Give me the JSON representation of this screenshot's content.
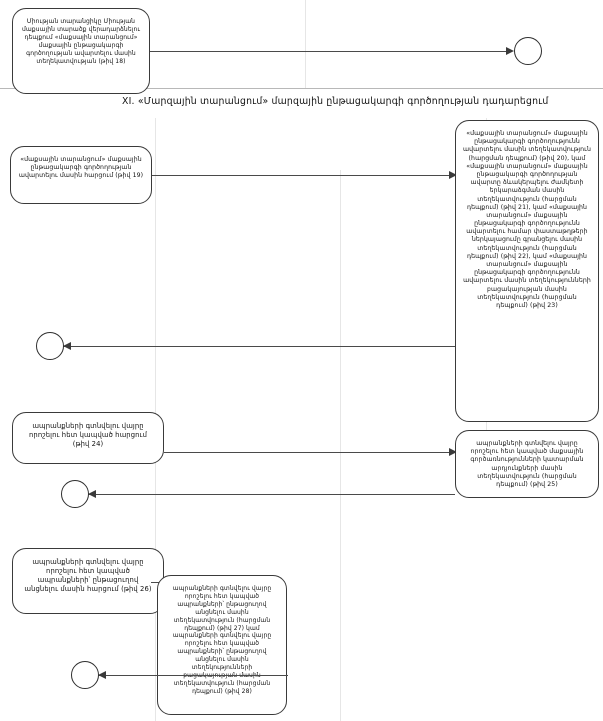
{
  "document": {
    "section_heading": "XI. «Մարզային տարանցում» մարզային ընթացակարգի գործողության դադարեցում"
  },
  "nodes": {
    "box_18": {
      "id": "box-18",
      "ref": "թիվ 18",
      "text": "Միության տարանցիկը Միության մաքսային տարածք վերադարձնելու դեպքում «մաքսային տարանցում» մաքսային ընթացակարգի գործողության ավարտելու մասին տեղեկատվության (թիվ 18)"
    },
    "box_19": {
      "id": "box-19",
      "ref": "թիվ 19",
      "text": "«մաքսային տարանցում» մաքսային ընթացակարգի գործողության ավարտելու մասին հարցում (թիվ 19)"
    },
    "box_20_23": {
      "id": "box-20-23",
      "refs": [
        "թիվ 20",
        "թիվ 21",
        "թիվ 22",
        "թիվ 23"
      ],
      "text": "«մաքսային տարանցում» մաքսային ընթացակարգի գործողությունն ավարտելու մասին տեղեկատվություն (հարցման դեպքում) (թիվ 20), կամ «մաքսային տարանցում» մաքսային ընթացակարգի գործողության ավարտը ձևակերպելու ժամկետի երկարաձգման մասին տեղեկատվություն (հարցման դեպքում) (թիվ 21), կամ «մաքսային տարանցում» մաքսային ընթացակարգի գործողությունն ավարտելու համար փաստաթղթերի ներկայացումը գրանցելու մասին տեղեկատվություն (հարցման դեպքում) (թիվ 22), կամ «մաքսային տարանցում» մաքսային ընթացակարգի գործողությունն ավարտելու մասին տեղեկությունների բացակայության մասին տեղեկատվություն (հարցման դեպքում) (թիվ 23)"
    },
    "box_24": {
      "id": "box-24",
      "ref": "թիվ 24",
      "text": "ապրանքների գտնվելու վայրը որոշելու հետ կապված հարցում (թիվ 24)"
    },
    "box_25": {
      "id": "box-25",
      "ref": "թիվ 25",
      "text": "ապրանքների գտնվելու վայրը որոշելու հետ կապված մաքսային գործառնությունների կատարման արդյունքների մասին տեղեկատվություն (հարցման դեպքում) (թիվ 25)"
    },
    "box_26": {
      "id": "box-26",
      "ref": "թիվ 26",
      "text": "ապրանքների գտնվելու վայրը որոշելու հետ կապված ապրանքների՝ ընթացուղով անցնելու մասին հարցում (թիվ 26)"
    },
    "box_27_28": {
      "id": "box-27-28",
      "refs": [
        "թիվ 27",
        "թիվ 28"
      ],
      "text": "ապրանքների գտնվելու վայրը որոշելու հետ կապված ապրանքների՝ ընթացուղով անցնելու մասին տեղեկատվություն (հարցման դեպքում) (թիվ 27) կամ ապրանքների գտնվելու վայրը որոշելու հետ կապված ապրանքների՝ ընթացուղով անցնելու մասին տեղեկությունների բացակայության մասին տեղեկատվություն (հարցման դեպքում) (թիվ 28)"
    }
  },
  "connectors": [
    {
      "id": "c1",
      "from": "box-18",
      "to": "terminator-1",
      "direction": "right"
    },
    {
      "id": "c2",
      "from": "box-19",
      "to": "box-20-23",
      "direction": "right"
    },
    {
      "id": "c3",
      "from": "box-20-23",
      "to": "terminator-2",
      "direction": "left"
    },
    {
      "id": "c4",
      "from": "box-24",
      "to": "box-25",
      "direction": "right"
    },
    {
      "id": "c5",
      "from": "box-25",
      "to": "terminator-3",
      "direction": "left"
    },
    {
      "id": "c6",
      "from": "box-26",
      "to": "box-27-28",
      "direction": "right"
    },
    {
      "id": "c7",
      "from": "box-27-28",
      "to": "terminator-4",
      "direction": "left"
    }
  ],
  "terminators": [
    {
      "id": "terminator-1",
      "label": ""
    },
    {
      "id": "terminator-2",
      "label": ""
    },
    {
      "id": "terminator-3",
      "label": ""
    },
    {
      "id": "terminator-4",
      "label": ""
    }
  ],
  "colors": {
    "box_border": "#3a3a3a",
    "connector": "#4a4a4a",
    "guide": "#e6e6e6",
    "rule": "#b8b8b8",
    "text": "#111111",
    "background": "#ffffff"
  }
}
